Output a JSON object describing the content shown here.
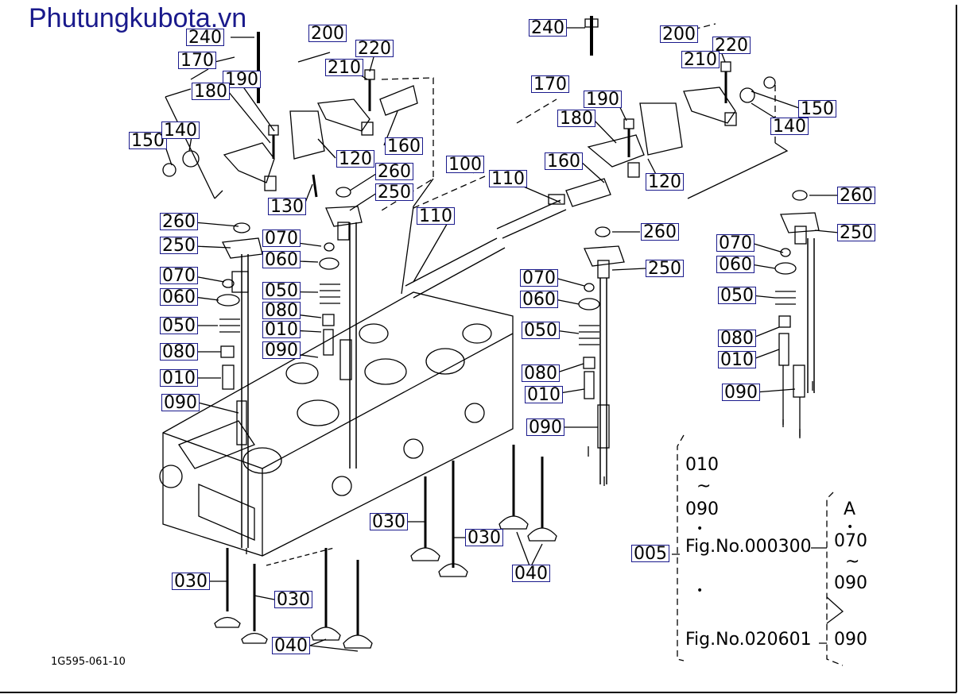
{
  "watermark": "Phutungkubota.vn",
  "figure_code": "1G595-061-10",
  "callouts": [
    {
      "id": "c240a",
      "text": "240"
    },
    {
      "id": "c200a",
      "text": "200"
    },
    {
      "id": "c220a",
      "text": "220"
    },
    {
      "id": "c170a",
      "text": "170"
    },
    {
      "id": "c210a",
      "text": "210"
    },
    {
      "id": "c190a",
      "text": "190"
    },
    {
      "id": "c180a",
      "text": "180"
    },
    {
      "id": "c160a",
      "text": "160"
    },
    {
      "id": "c150a",
      "text": "150"
    },
    {
      "id": "c140a",
      "text": "140"
    },
    {
      "id": "c120a",
      "text": "120"
    },
    {
      "id": "c130a",
      "text": "130"
    },
    {
      "id": "c260a",
      "text": "260"
    },
    {
      "id": "c250a",
      "text": "250"
    },
    {
      "id": "c260b",
      "text": "260"
    },
    {
      "id": "c250b",
      "text": "250"
    },
    {
      "id": "c070a",
      "text": "070"
    },
    {
      "id": "c060a",
      "text": "060"
    },
    {
      "id": "c050a",
      "text": "050"
    },
    {
      "id": "c080a",
      "text": "080"
    },
    {
      "id": "c010a",
      "text": "010"
    },
    {
      "id": "c090a",
      "text": "090"
    },
    {
      "id": "c070b",
      "text": "070"
    },
    {
      "id": "c060b",
      "text": "060"
    },
    {
      "id": "c050b",
      "text": "050"
    },
    {
      "id": "c080b",
      "text": "080"
    },
    {
      "id": "c010b",
      "text": "010"
    },
    {
      "id": "c090b",
      "text": "090"
    },
    {
      "id": "c100a",
      "text": "100"
    },
    {
      "id": "c110a",
      "text": "110"
    },
    {
      "id": "c110b",
      "text": "110"
    },
    {
      "id": "c240b",
      "text": "240"
    },
    {
      "id": "c200b",
      "text": "200"
    },
    {
      "id": "c220b",
      "text": "220"
    },
    {
      "id": "c210b",
      "text": "210"
    },
    {
      "id": "c170b",
      "text": "170"
    },
    {
      "id": "c190b",
      "text": "190"
    },
    {
      "id": "c180b",
      "text": "180"
    },
    {
      "id": "c160b",
      "text": "160"
    },
    {
      "id": "c120b",
      "text": "120"
    },
    {
      "id": "c150b",
      "text": "150"
    },
    {
      "id": "c140b",
      "text": "140"
    },
    {
      "id": "c260c",
      "text": "260"
    },
    {
      "id": "c250c",
      "text": "250"
    },
    {
      "id": "c070c",
      "text": "070"
    },
    {
      "id": "c060c",
      "text": "060"
    },
    {
      "id": "c050c",
      "text": "050"
    },
    {
      "id": "c080c",
      "text": "080"
    },
    {
      "id": "c010c",
      "text": "010"
    },
    {
      "id": "c090c",
      "text": "090"
    },
    {
      "id": "c260d",
      "text": "260"
    },
    {
      "id": "c250d",
      "text": "250"
    },
    {
      "id": "c070d",
      "text": "070"
    },
    {
      "id": "c060d",
      "text": "060"
    },
    {
      "id": "c050d",
      "text": "050"
    },
    {
      "id": "c080d",
      "text": "080"
    },
    {
      "id": "c010d",
      "text": "010"
    },
    {
      "id": "c090d",
      "text": "090"
    },
    {
      "id": "c030a",
      "text": "030"
    },
    {
      "id": "c030b",
      "text": "030"
    },
    {
      "id": "c040a",
      "text": "040"
    },
    {
      "id": "c030c",
      "text": "030"
    },
    {
      "id": "c030d",
      "text": "030"
    },
    {
      "id": "c040b",
      "text": "040"
    },
    {
      "id": "c005",
      "text": "005"
    }
  ],
  "legend": {
    "range_start": "010",
    "tilde1": "~",
    "range_end": "090",
    "dot1": "•",
    "fig1": "Fig.No.000300",
    "dot2": "•",
    "fig2": "Fig.No.020601",
    "A": "A",
    "dotA": "•",
    "v070": "070",
    "tilde2": "~",
    "v090a": "090",
    "v090b": "090"
  }
}
